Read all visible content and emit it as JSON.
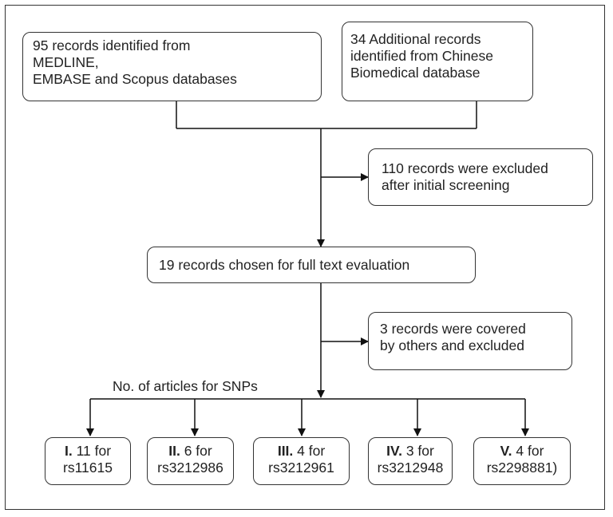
{
  "sources": {
    "left": [
      "95 records identified from",
      "MEDLINE,",
      "EMBASE and Scopus databases"
    ],
    "right": [
      "34 Additional records",
      "identified from Chinese",
      "Biomedical database"
    ]
  },
  "exclusion1": [
    "110 records were excluded",
    "after initial screening"
  ],
  "fulltext": "19 records chosen for full text evaluation",
  "exclusion2": [
    "3 records were covered",
    "by others and excluded"
  ],
  "branch_label": "No. of articles for SNPs",
  "snps": [
    {
      "roman": "I.",
      "text": " 11 for",
      "snp": "rs11615"
    },
    {
      "roman": "II.",
      "text": " 6 for",
      "snp": "rs3212986"
    },
    {
      "roman": "III.",
      "text": " 4 for",
      "snp": "rs3212961"
    },
    {
      "roman": "IV.",
      "text": " 3 for",
      "snp": "rs3212948"
    },
    {
      "roman": "V.",
      "text": " 4 for",
      "snp": "rs2298881)"
    }
  ]
}
